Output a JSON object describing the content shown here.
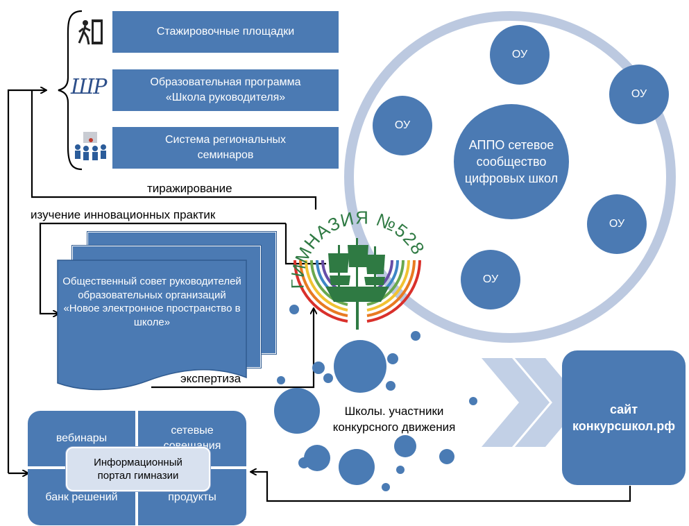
{
  "programs": [
    {
      "text": "Стажировочные  площадки",
      "icon": "door-exit-icon"
    },
    {
      "text": "Образовательная программа «Школа руководителя»",
      "icon": "shr-logo-icon",
      "icon_text": "ШР"
    },
    {
      "text": "Система региональных семинаров",
      "icon": "seminar-people-icon"
    }
  ],
  "labels": {
    "replication": "тиражирование",
    "study": "изучение инновационных практик",
    "expertise": "экспертиза"
  },
  "council": {
    "text": "Общественный совет руководителей образовательных организаций «Новое электронное пространство в школе»"
  },
  "network": {
    "center": "АППО сетевое сообщество цифровых школ",
    "node_label": "ОУ"
  },
  "gymnasium": {
    "text": "ГИМНАЗИЯ №528"
  },
  "contest": {
    "text": "Школы. участники конкурсного движения"
  },
  "site": {
    "text": "сайт конкурсшкол.рф"
  },
  "portal": {
    "center": "Информационный портал гимназии",
    "quadrants": [
      "вебинары",
      "сетевые совещания",
      "банк решений",
      "продукты"
    ]
  },
  "colors": {
    "box_blue": "#4b7ab3",
    "circle_blue": "#4a7bb4",
    "ring_lightblue": "#bcc9e0",
    "chevron": "#c2d0e6",
    "portal_center_bg": "#d8e1ef",
    "arrow": "#000000"
  }
}
